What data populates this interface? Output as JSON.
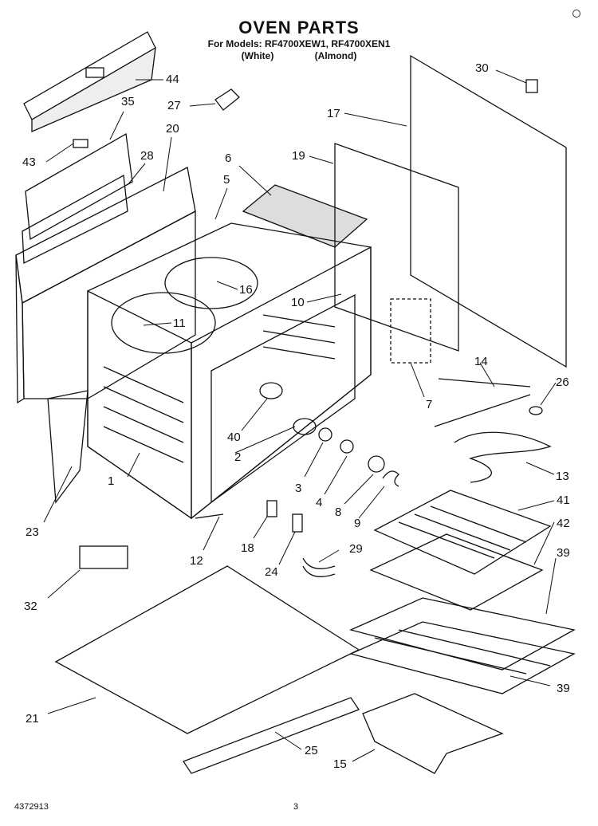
{
  "title": "OVEN PARTS",
  "models_line": "For Models: RF4700XEW1, RF4700XEN1",
  "colors": [
    "(White)",
    "(Almond)"
  ],
  "footer_id": "4372913",
  "page_number": "3",
  "callouts": [
    "44",
    "27",
    "35",
    "43",
    "20",
    "28",
    "5",
    "6",
    "17",
    "19",
    "30",
    "16",
    "10",
    "11",
    "7",
    "14",
    "26",
    "13",
    "1",
    "2",
    "40",
    "3",
    "4",
    "8",
    "9",
    "41",
    "42",
    "39",
    "23",
    "12",
    "18",
    "24",
    "29",
    "32",
    "21",
    "25",
    "15",
    "39"
  ]
}
